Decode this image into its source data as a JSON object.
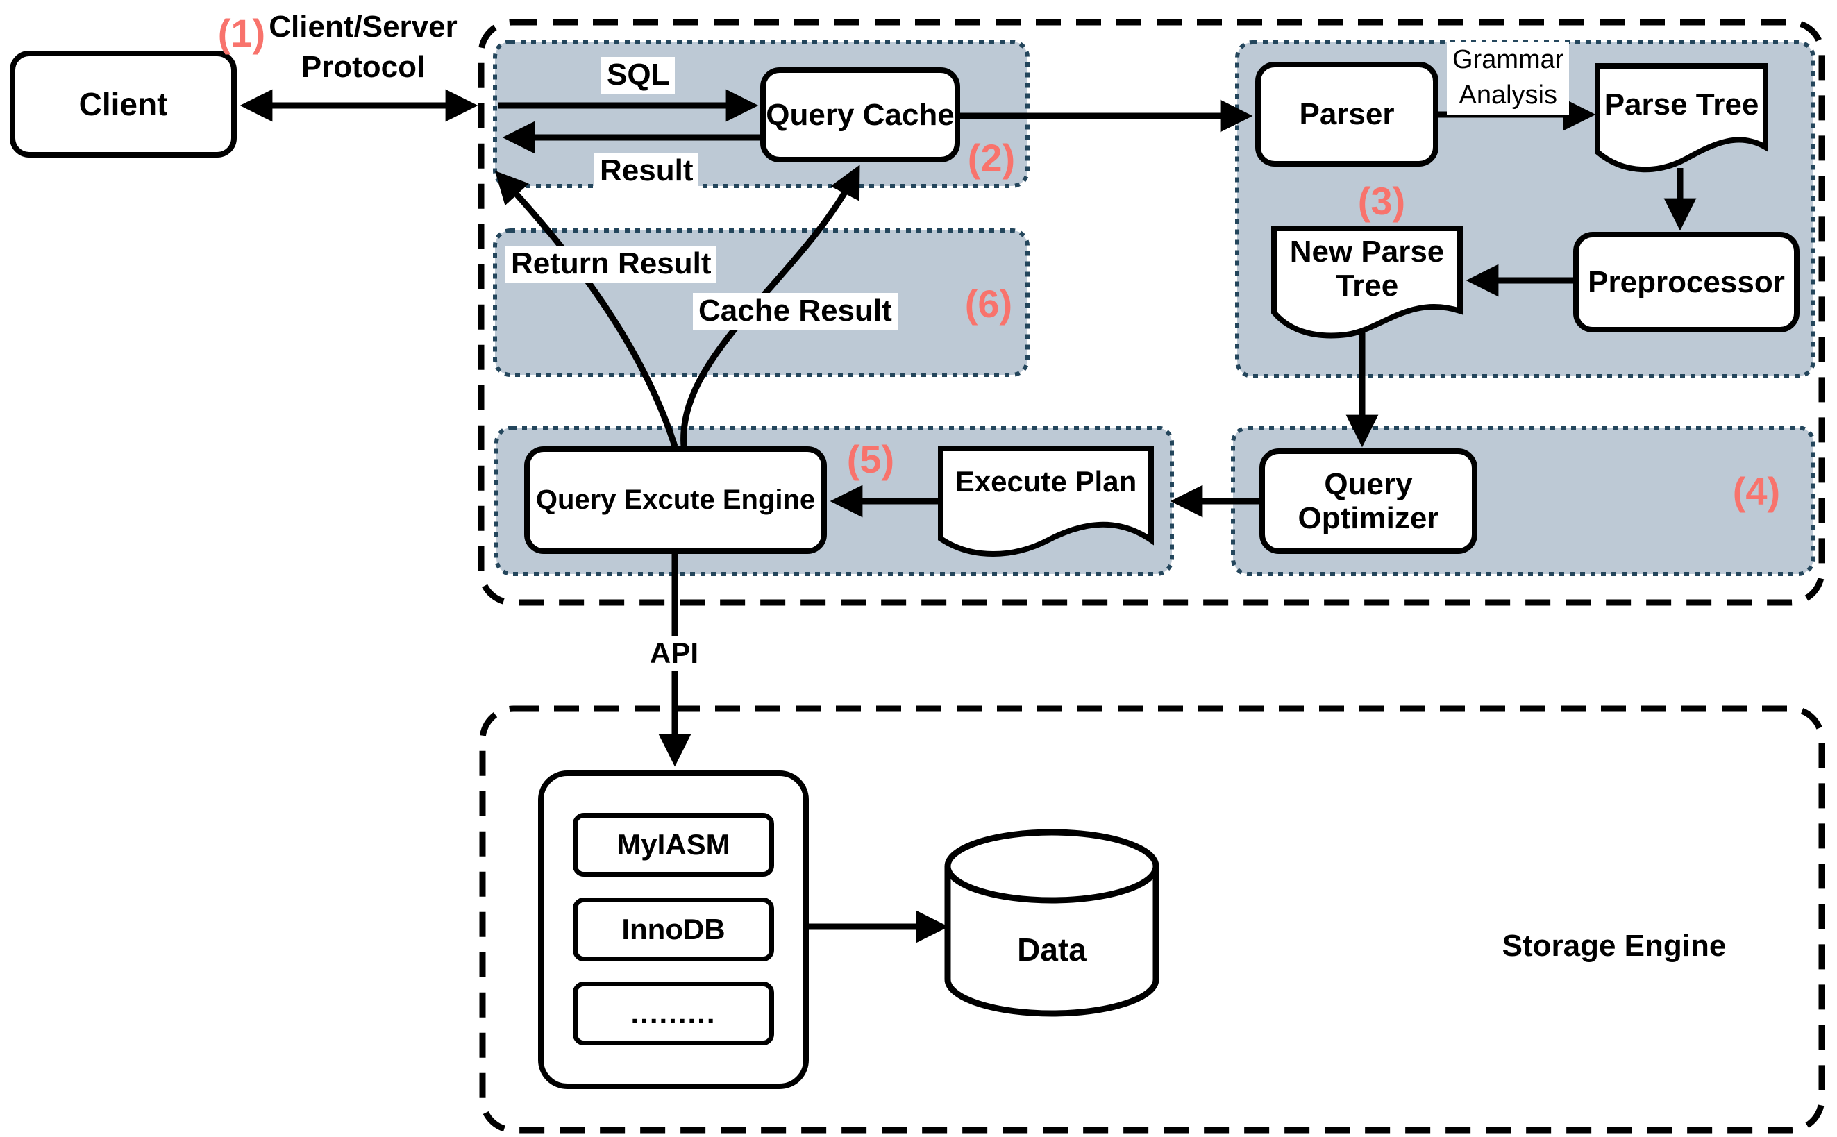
{
  "colors": {
    "area_fill": "#BDC9D5",
    "area_border": "#24465C",
    "step_red": "#F8736C",
    "ink": "#000000",
    "paper": "#FFFFFF"
  },
  "nodes": {
    "client": "Client",
    "query_cache": "Query Cache",
    "parser": "Parser",
    "parse_tree": "Parse Tree",
    "preprocessor": "Preprocessor",
    "new_parse_tree": "New Parse\nTree",
    "query_optimizer": "Query\nOptimizer",
    "execute_plan": "Execute Plan",
    "query_execute_engine": "Query Excute Engine",
    "data": "Data"
  },
  "steps": {
    "s1": "(1)",
    "s2": "(2)",
    "s3": "(3)",
    "s4": "(4)",
    "s5": "(5)",
    "s6": "(6)"
  },
  "edge_labels": {
    "protocol": "Client/Server\nProtocol",
    "sql": "SQL",
    "result": "Result",
    "grammar_analysis": "Grammar\nAnalysis",
    "return_result": "Return Result",
    "cache_result": "Cache Result",
    "api": "API"
  },
  "storage": {
    "title": "Storage Engine",
    "engines": [
      "MyIASM",
      "InnoDB",
      "........."
    ]
  }
}
